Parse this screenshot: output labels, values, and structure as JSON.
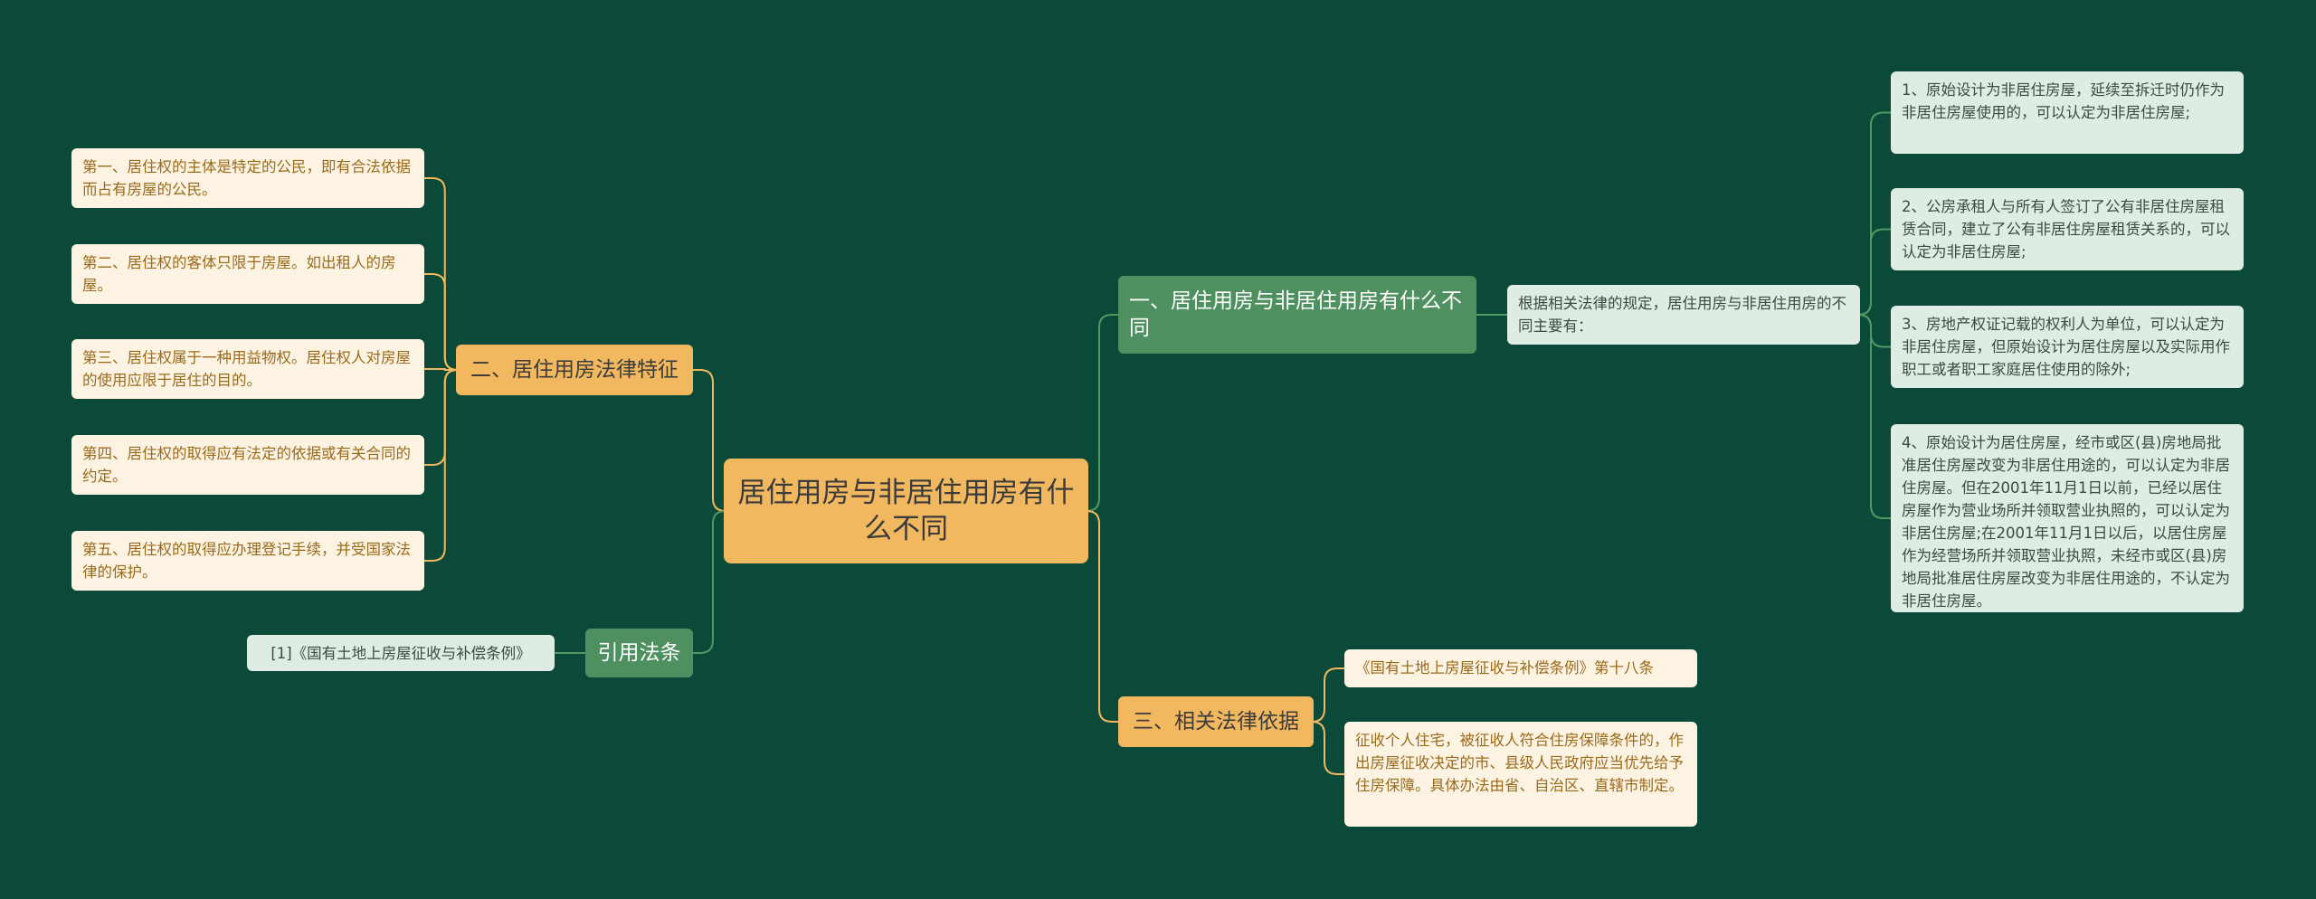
{
  "root": {
    "title": "居住用房与非居住用房有什么不同"
  },
  "branch1": {
    "label": "一、居住用房与非居住用房有什么不同",
    "summary": "根据相关法律的规定，居住用房与非居住用房的不同主要有：",
    "items": [
      "1、原始设计为非居住房屋，延续至拆迁时仍作为非居住房屋使用的，可以认定为非居住房屋;",
      "2、公房承租人与所有人签订了公有非居住房屋租赁合同，建立了公有非居住房屋租赁关系的，可以认定为非居住房屋;",
      "3、房地产权证记载的权利人为单位，可以认定为非居住房屋，但原始设计为居住房屋以及实际用作职工或者职工家庭居住使用的除外;",
      "4、原始设计为居住房屋，经市或区(县)房地局批准居住房屋改变为非居住用途的，可以认定为非居住房屋。但在2001年11月1日以前，已经以居住房屋作为营业场所并领取营业执照的，可以认定为非居住房屋;在2001年11月1日以后，以居住房屋作为经营场所并领取营业执照，未经市或区(县)房地局批准居住房屋改变为非居住用途的，不认定为非居住房屋。"
    ]
  },
  "branch2": {
    "label": "二、居住用房法律特征",
    "items": [
      "第一、居住权的主体是特定的公民，即有合法依据而占有房屋的公民。",
      "第二、居住权的客体只限于房屋。如出租人的房屋。",
      "第三、居住权属于一种用益物权。居住权人对房屋的使用应限于居住的目的。",
      "第四、居住权的取得应有法定的依据或有关合同的约定。",
      "第五、居住权的取得应办理登记手续，并受国家法律的保护。"
    ]
  },
  "branch3": {
    "label": "三、相关法律依据",
    "items": [
      "《国有土地上房屋征收与补偿条例》第十八条",
      "征收个人住宅，被征收人符合住房保障条件的，作出房屋征收决定的市、县级人民政府应当优先给予住房保障。具体办法由省、自治区、直辖市制定。"
    ]
  },
  "branch4": {
    "label": "引用法条",
    "items": [
      "[1]《国有土地上房屋征收与补偿条例》"
    ]
  },
  "colors": {
    "background": "#0b4a38",
    "green_line": "#4e9a64",
    "orange_line": "#f2b860",
    "root": "#f2b860",
    "green_branch": "#4e9060"
  }
}
